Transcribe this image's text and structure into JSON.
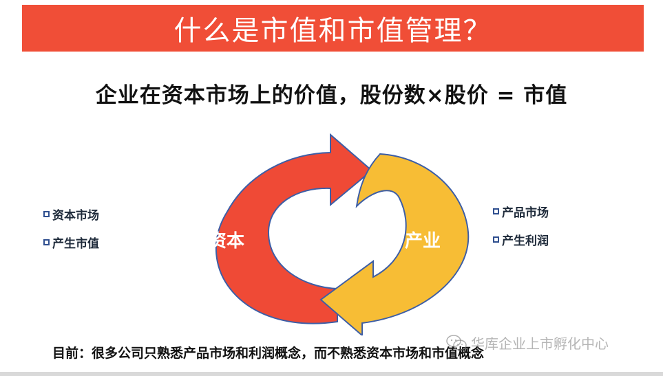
{
  "title": "什么是市值和市值管理？",
  "subtitle": "企业在资本市场上的价值，股份数×股价 = 市值",
  "cycle": {
    "left_label": "资本",
    "right_label": "产业",
    "colors": {
      "left": "#ef4a36",
      "right": "#f7bd35",
      "outline": "#3d5ea6"
    }
  },
  "left_bullets": [
    "资本市场",
    "产生市值"
  ],
  "right_bullets": [
    "产品市场",
    "产生利润"
  ],
  "footer": "目前：很多公司只熟悉产品市场和利润概念，而不熟悉资本市场和市值概念",
  "watermark": {
    "icon": "wechat-icon",
    "text": "华库企业上市孵化中心"
  },
  "colors": {
    "title_bar": "#f04e37",
    "title_text": "#ffffff",
    "bullet_box": "#2f4f8f"
  }
}
